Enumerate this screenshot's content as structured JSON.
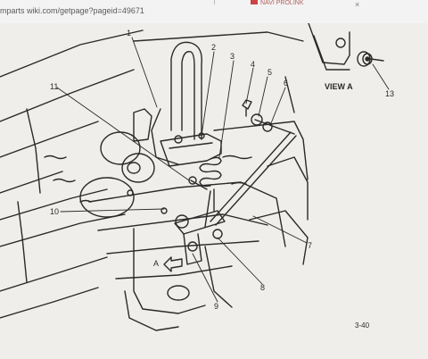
{
  "browser": {
    "url": "mparts wiki.com/getpage?pageid=49671",
    "tab_title": "NAVI PROLINK",
    "close_glyph": "×"
  },
  "diagram": {
    "callouts": [
      "1",
      "2",
      "3",
      "4",
      "5",
      "6",
      "7",
      "8",
      "9",
      "10",
      "11",
      "13"
    ],
    "view_label": "VIEW A",
    "arrow_label": "A",
    "page_number": "3-40"
  },
  "colors": {
    "ink": "#2a2a2a",
    "paper": "#efeeea",
    "screen_bezel": "#e9e9e6"
  }
}
